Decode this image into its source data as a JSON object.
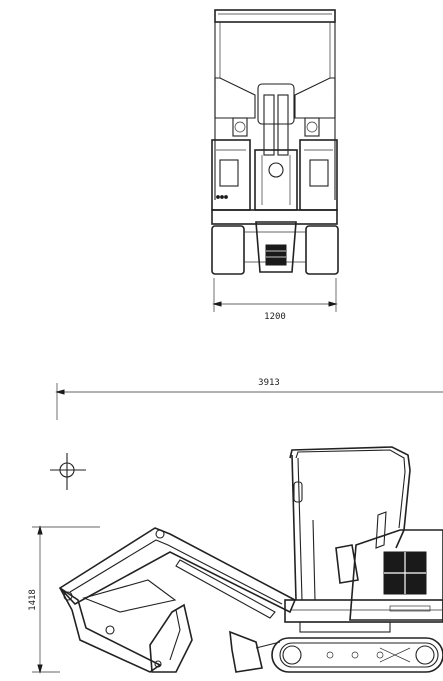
{
  "front_view": {
    "width_dimension": "1200"
  },
  "side_view": {
    "length_dimension": "3913",
    "height_dimension": "1418"
  }
}
